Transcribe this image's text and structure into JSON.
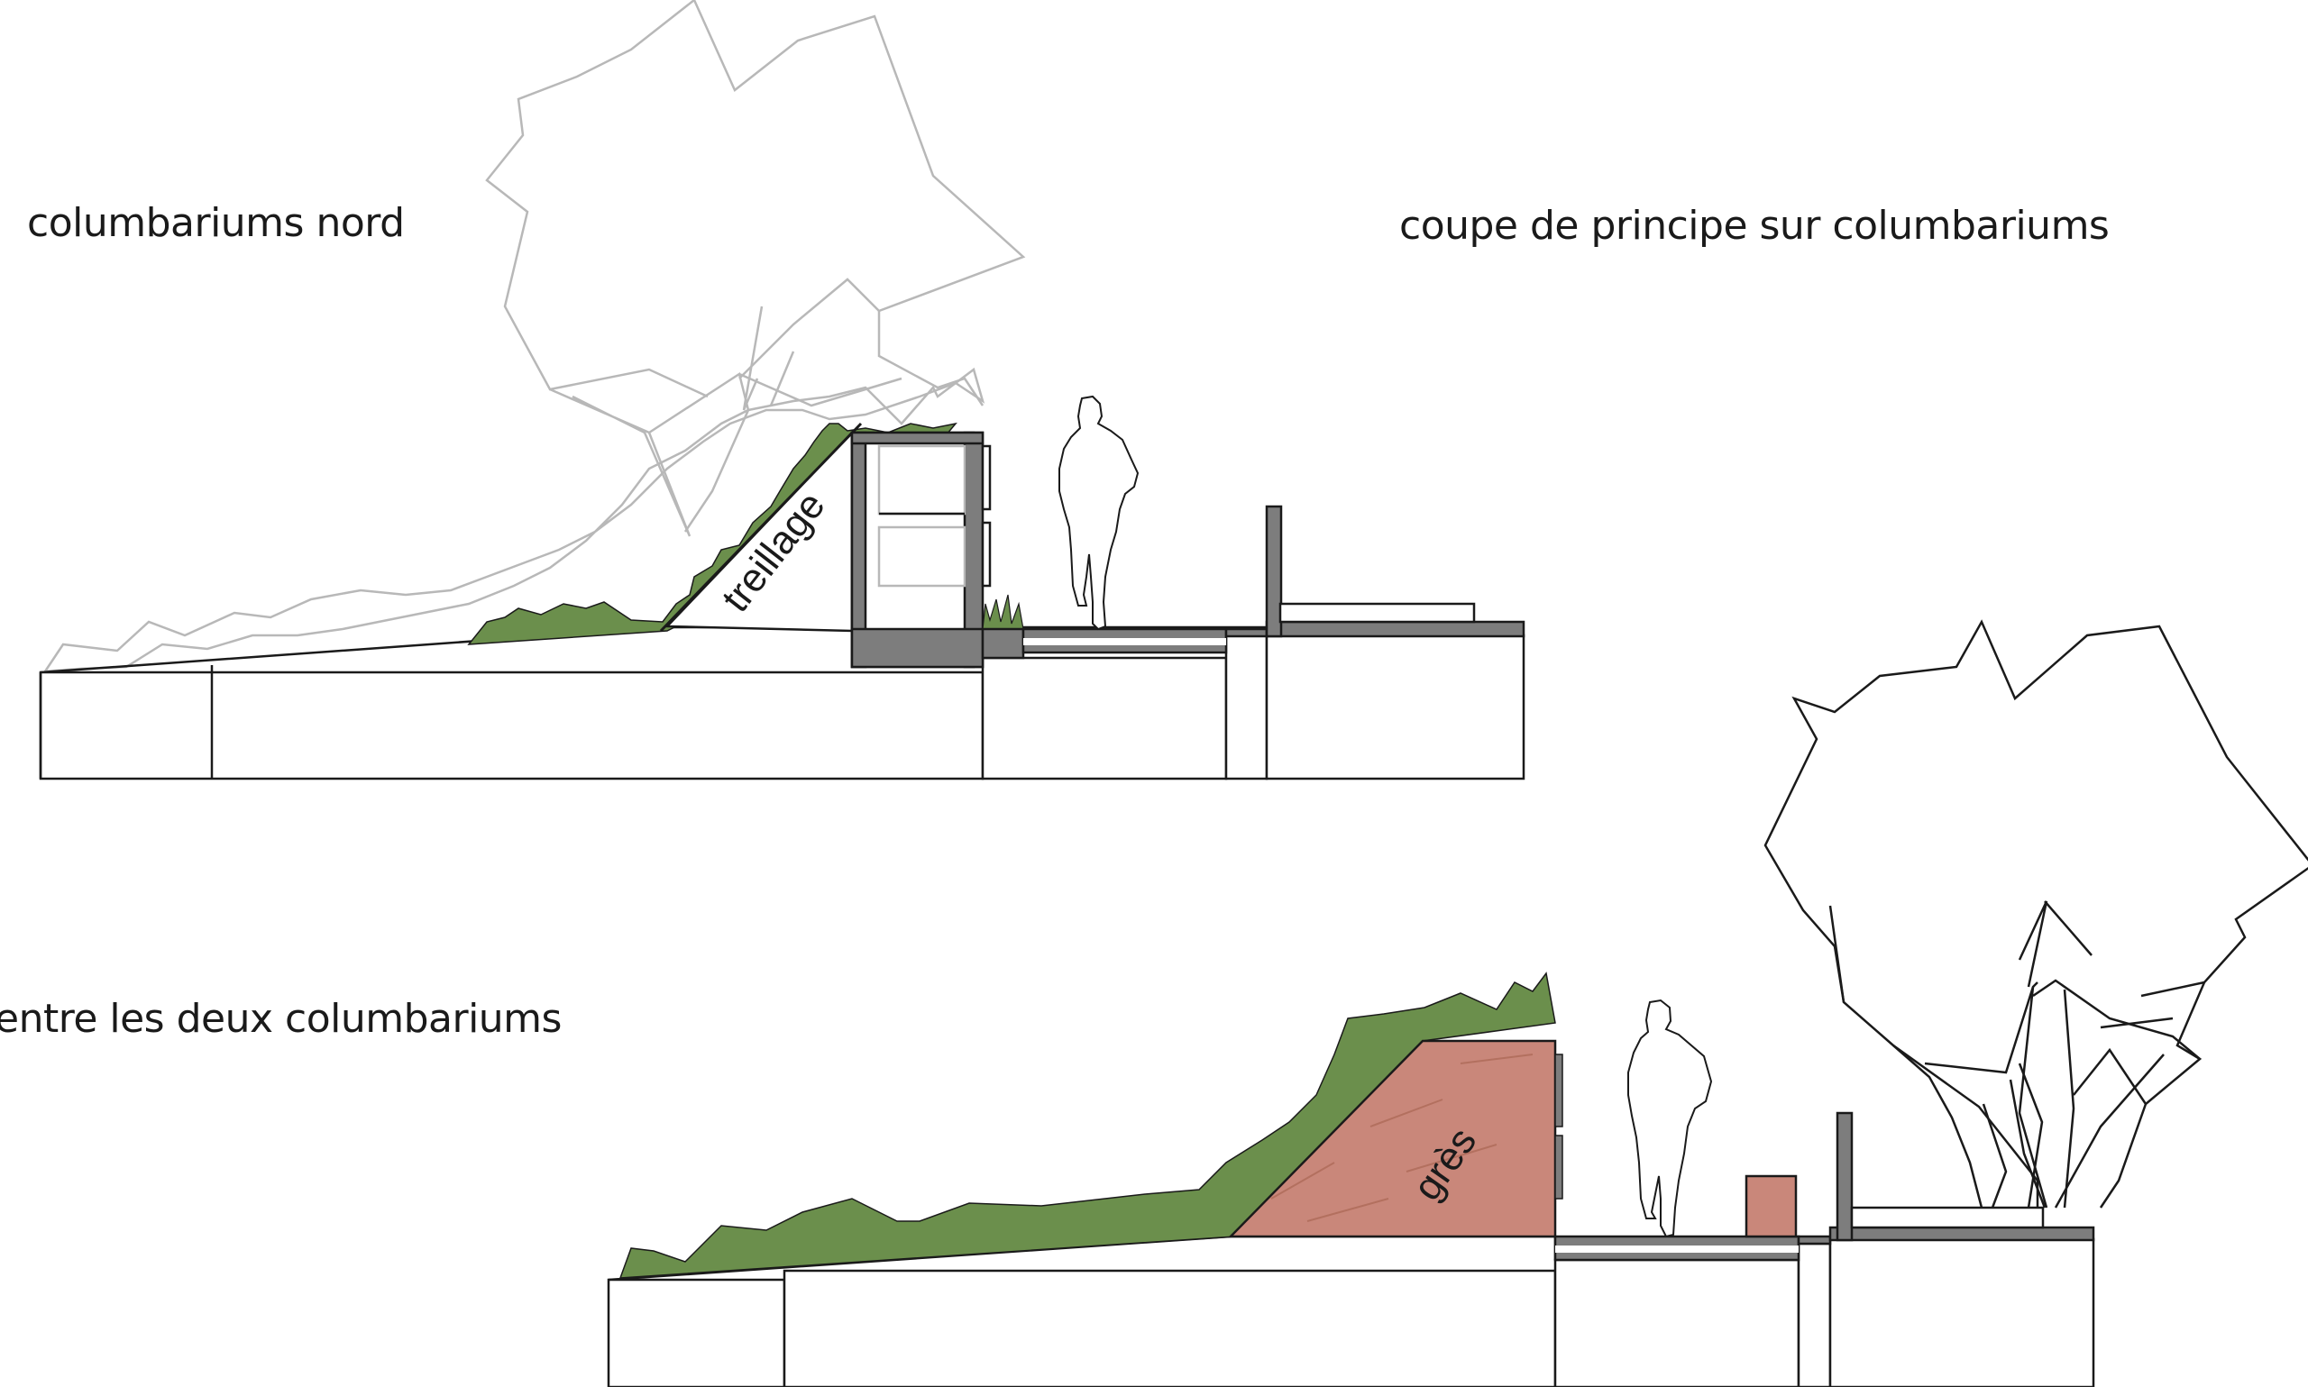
{
  "section_titles": {
    "north": "columbariums nord",
    "principle": "coupe de principe sur columbariums",
    "between": "entre les deux columbariums"
  },
  "labels": {
    "trellis": "treillage",
    "stone": "grès"
  },
  "colors": {
    "vegetation": "#6b8f4c",
    "wall_grey": "#7d7d7d",
    "stone": "#c9877a",
    "tree_light": "#b8b8b8",
    "line": "#1a1a1a"
  }
}
